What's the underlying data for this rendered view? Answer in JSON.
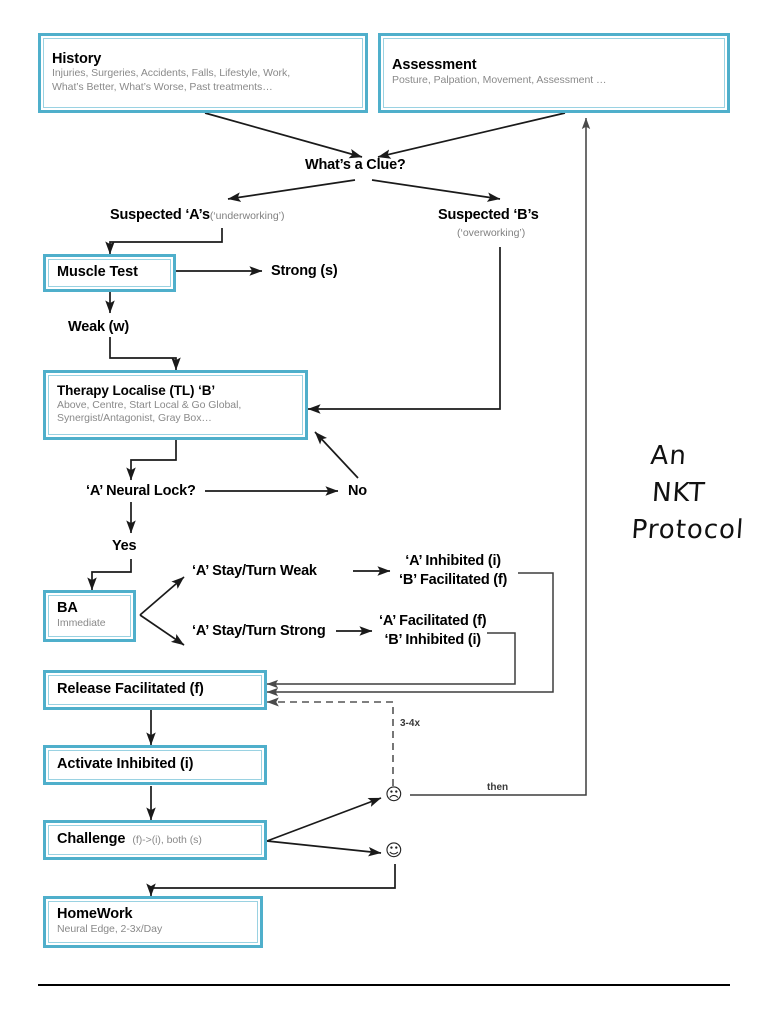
{
  "meta": {
    "diagram_title": "An NKT Protocol",
    "accent_color": "#4FAFCB",
    "subtext_color": "#808080"
  },
  "handnote": {
    "line1": "An",
    "line2": "NKT",
    "line3": "Protocol"
  },
  "boxes": {
    "history": {
      "title": "History",
      "sub_line1": "Injuries, Surgeries, Accidents, Falls, Lifestyle, Work,",
      "sub_line2": "What’s Better, What’s Worse, Past treatments…"
    },
    "assessment": {
      "title": "Assessment",
      "sub_line1": "Posture, Palpation, Movement, Assessment …"
    },
    "muscle_test": {
      "title": "Muscle Test"
    },
    "therapy_localise": {
      "title": "Therapy Localise (TL) ‘B’",
      "sub_line1": "Above, Centre, Start Local & Go Global,",
      "sub_line2": "Synergist/Antagonist, Gray Box…"
    },
    "ba": {
      "title": "BA",
      "sub_line1": "Immediate"
    },
    "release_facilitated": {
      "title": "Release Facilitated (f)"
    },
    "activate_inhibited": {
      "title": "Activate Inhibited (i)"
    },
    "challenge": {
      "title": "Challenge",
      "sub_line1": "(f)->(i), both (s)"
    },
    "homework": {
      "title": "HomeWork",
      "sub_line1": "Neural Edge, 2-3x/Day"
    }
  },
  "labels": {
    "whats_a_clue": "What’s a Clue?",
    "suspected_a": "Suspected ‘A’s",
    "suspected_a_note": "(‘underworking’)",
    "suspected_b": "Suspected ‘B’s",
    "suspected_b_note": "(‘overworking’)",
    "strong_s": "Strong (s)",
    "weak_w": "Weak (w)",
    "a_neural_lock": "‘A’ Neural Lock?",
    "no": "No",
    "yes": "Yes",
    "stay_turn_weak": "‘A’ Stay/Turn Weak",
    "stay_turn_strong": "‘A’ Stay/Turn Strong",
    "weak_outcome_line1": "‘A’ Inhibited (i)",
    "weak_outcome_line2": "‘B’ Facilitated (f)",
    "strong_outcome_line1": "‘A’ Facilitated (f)",
    "strong_outcome_line2": "‘B’ Inhibited (i)",
    "repeat_count": "3-4x",
    "then": "then",
    "sad_face": "☹",
    "happy_face": "☺"
  },
  "icons": {
    "sad_face_name": "sad-face-icon",
    "happy_face_name": "happy-face-icon"
  }
}
